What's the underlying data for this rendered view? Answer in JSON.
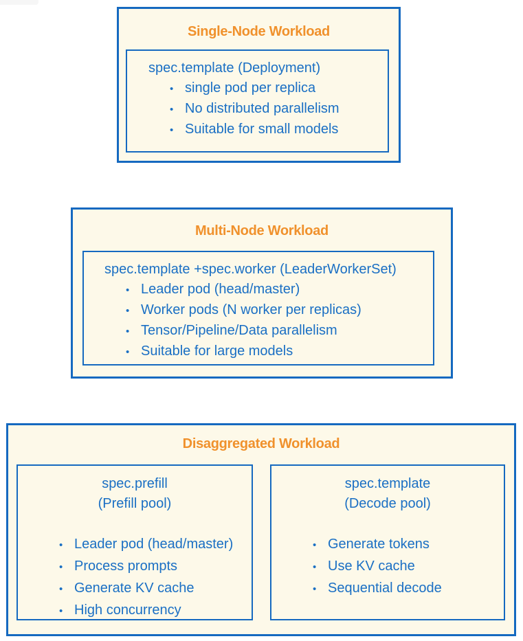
{
  "colors": {
    "blue_border": "#1569C0",
    "blue_text": "#1A6FC4",
    "orange_title": "#F0912C",
    "panel_bg": "#FDF9E9",
    "page_bg": "#FFFFFF"
  },
  "bullet_glyph": "•",
  "sections": [
    {
      "title": "Single-Node Workload",
      "cards": [
        {
          "heading": "spec.template (Deployment)",
          "items": [
            "single pod per replica",
            "No distributed parallelism",
            "Suitable for small models"
          ]
        }
      ]
    },
    {
      "title": "Multi-Node Workload",
      "cards": [
        {
          "heading": "spec.template +spec.worker (LeaderWorkerSet)",
          "items": [
            "Leader pod (head/master)",
            "Worker pods (N worker per replicas)",
            "Tensor/Pipeline/Data parallelism",
            "Suitable for large models"
          ]
        }
      ]
    },
    {
      "title": "Disaggregated Workload",
      "cards": [
        {
          "heading": "spec.prefill",
          "subheading": "(Prefill pool)",
          "items": [
            "Leader pod (head/master)",
            "Process prompts",
            "Generate KV cache",
            "High concurrency"
          ]
        },
        {
          "heading": "spec.template",
          "subheading": "(Decode pool)",
          "items": [
            "Generate tokens",
            "Use KV cache",
            "Sequential decode"
          ]
        }
      ]
    }
  ]
}
